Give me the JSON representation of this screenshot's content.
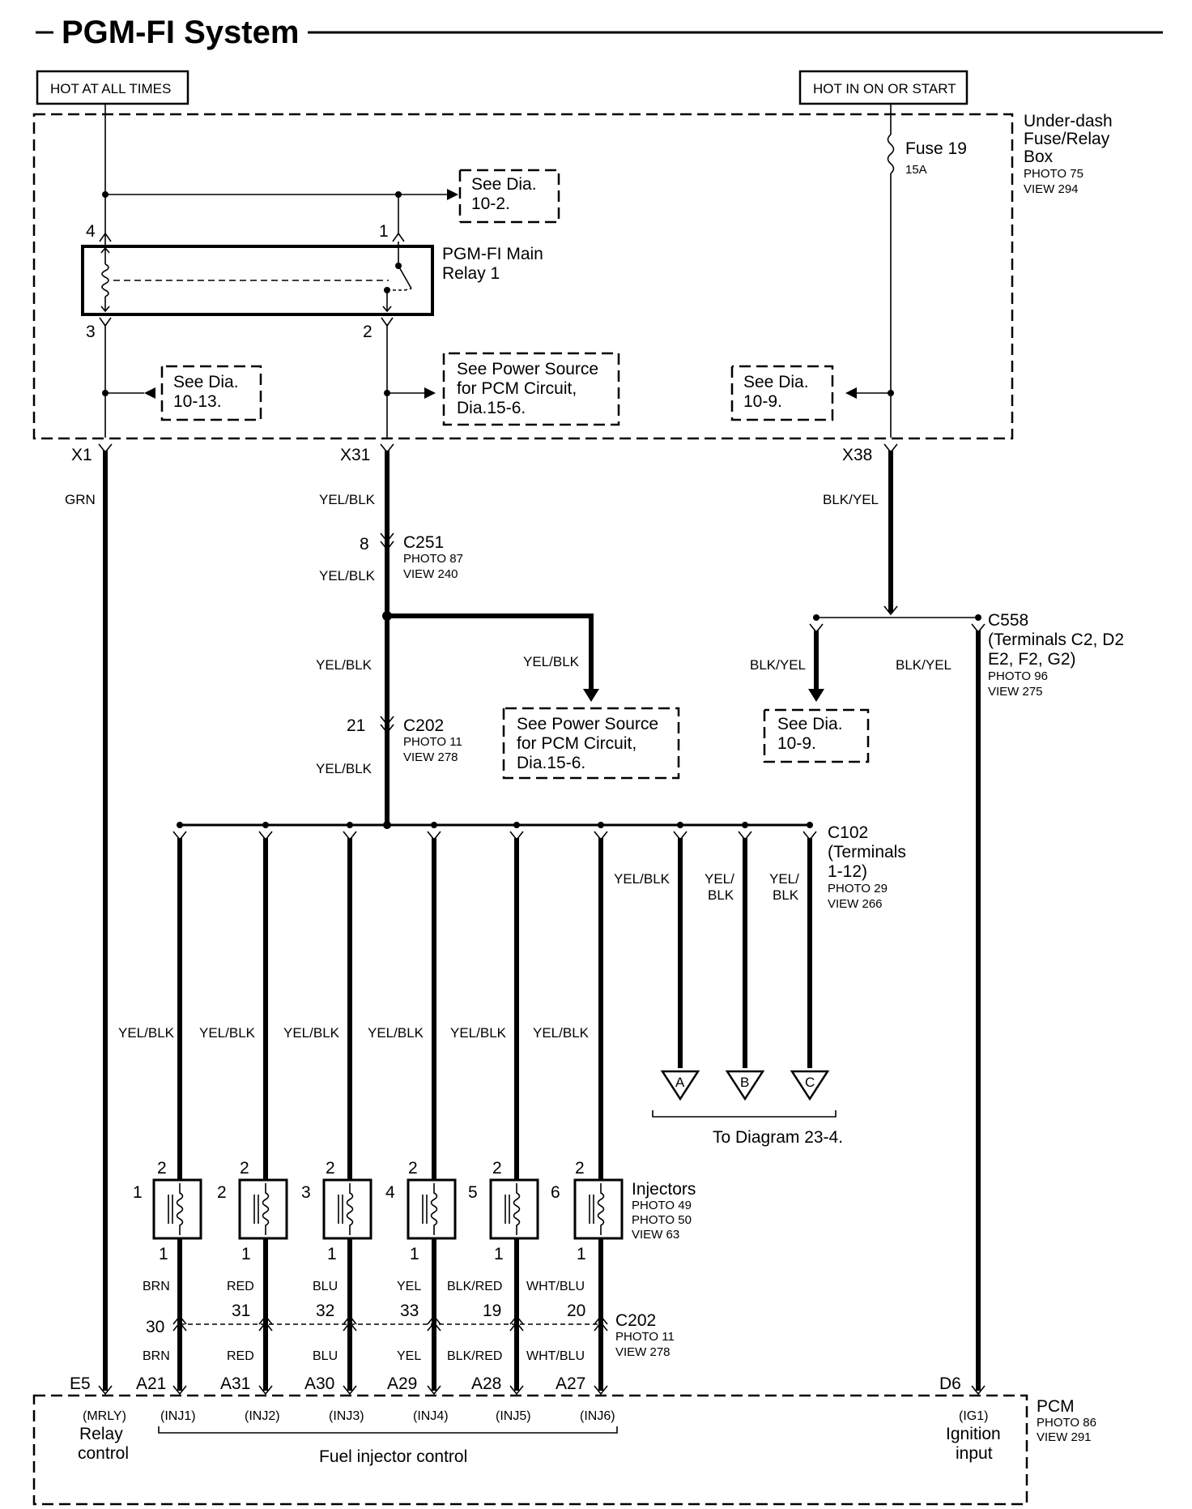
{
  "title": "PGM-FI System",
  "hot_at_all_times": "HOT AT ALL TIMES",
  "hot_in_on": "HOT IN ON OR START",
  "fuse_box": {
    "l1": "Under-dash",
    "l2": "Fuse/Relay",
    "l3": "Box",
    "photo": "PHOTO 75",
    "view": "VIEW 294"
  },
  "fuse": {
    "name": "Fuse 19",
    "rating": "15A"
  },
  "relay": {
    "l1": "PGM-FI Main",
    "l2": "Relay 1",
    "pins": [
      "4",
      "1",
      "3",
      "2"
    ]
  },
  "refs": {
    "dia_10_2": [
      "See Dia.",
      "10-2."
    ],
    "dia_10_13": [
      "See Dia.",
      "10-13."
    ],
    "power_source_1": [
      "See Power Source",
      "for PCM Circuit,",
      "Dia.15-6."
    ],
    "dia_10_9a": [
      "See Dia.",
      "10-9."
    ],
    "power_source_2": [
      "See Power Source",
      "for PCM Circuit,",
      "Dia.15-6."
    ],
    "dia_10_9b": [
      "See Dia.",
      "10-9."
    ]
  },
  "terminals": {
    "x1": "X1",
    "x31": "X31",
    "x38": "X38"
  },
  "wires": {
    "grn": "GRN",
    "yb1": "YEL/BLK",
    "yb2": "YEL/BLK",
    "yb3": "YEL/BLK",
    "yb4": "YEL/BLK",
    "yb5": "YEL/BLK",
    "yb6": "YEL/BLK",
    "by1": "BLK/YEL",
    "by2": "BLK/YEL",
    "by3": "BLK/YEL",
    "ybA": "YEL/BLK",
    "ybB1": "YEL/",
    "ybB2": "BLK",
    "ybC1": "YEL/",
    "ybC2": "BLK",
    "inj_feed": [
      "YEL/BLK",
      "YEL/BLK",
      "YEL/BLK",
      "YEL/BLK",
      "YEL/BLK",
      "YEL/BLK"
    ],
    "inj_out": [
      "BRN",
      "RED",
      "BLU",
      "YEL",
      "BLK/RED",
      "WHT/BLU"
    ],
    "inj_out2": [
      "BRN",
      "RED",
      "BLU",
      "YEL",
      "BLK/RED",
      "WHT/BLU"
    ]
  },
  "c251": {
    "pin": "8",
    "name": "C251",
    "photo": "PHOTO 87",
    "view": "VIEW 240"
  },
  "c202_top": {
    "pin": "21",
    "name": "C202",
    "photo": "PHOTO 11",
    "view": "VIEW 278"
  },
  "c558": {
    "name": "C558",
    "l2": "(Terminals C2, D2",
    "l3": "E2, F2, G2)",
    "photo": "PHOTO 96",
    "view": "VIEW 275"
  },
  "c102": {
    "name": "C102",
    "l2": "(Terminals",
    "l3": "1-12)",
    "photo": "PHOTO 29",
    "view": "VIEW 266"
  },
  "to_diagram": {
    "labels": [
      "A",
      "B",
      "C"
    ],
    "text": "To Diagram 23-4."
  },
  "injectors": {
    "title": "Injectors",
    "photo1": "PHOTO 49",
    "photo2": "PHOTO 50",
    "view": "VIEW 63",
    "numbers": [
      "1",
      "2",
      "3",
      "4",
      "5",
      "6"
    ],
    "pin_top": [
      "2",
      "2",
      "2",
      "2",
      "2",
      "2"
    ],
    "pin_bottom": [
      "1",
      "1",
      "1",
      "1",
      "1",
      "1"
    ]
  },
  "c202_bottom": {
    "name": "C202",
    "photo": "PHOTO 11",
    "view": "VIEW 278",
    "pins": [
      "30",
      "31",
      "32",
      "33",
      "19",
      "20"
    ]
  },
  "pcm": {
    "name": "PCM",
    "photo": "PHOTO 86",
    "view": "VIEW 291",
    "e5": "E5",
    "d6": "D6",
    "a_pins": [
      "A21",
      "A31",
      "A30",
      "A29",
      "A28",
      "A27"
    ],
    "inj_codes": [
      "(INJ1)",
      "(INJ2)",
      "(INJ3)",
      "(INJ4)",
      "(INJ5)",
      "(INJ6)"
    ],
    "mrly": "(MRLY)",
    "relay1": "Relay",
    "relay2": "control",
    "ig1": "(IG1)",
    "ign1": "Ignition",
    "ign2": "input",
    "fuel_ctrl": "Fuel injector control"
  }
}
